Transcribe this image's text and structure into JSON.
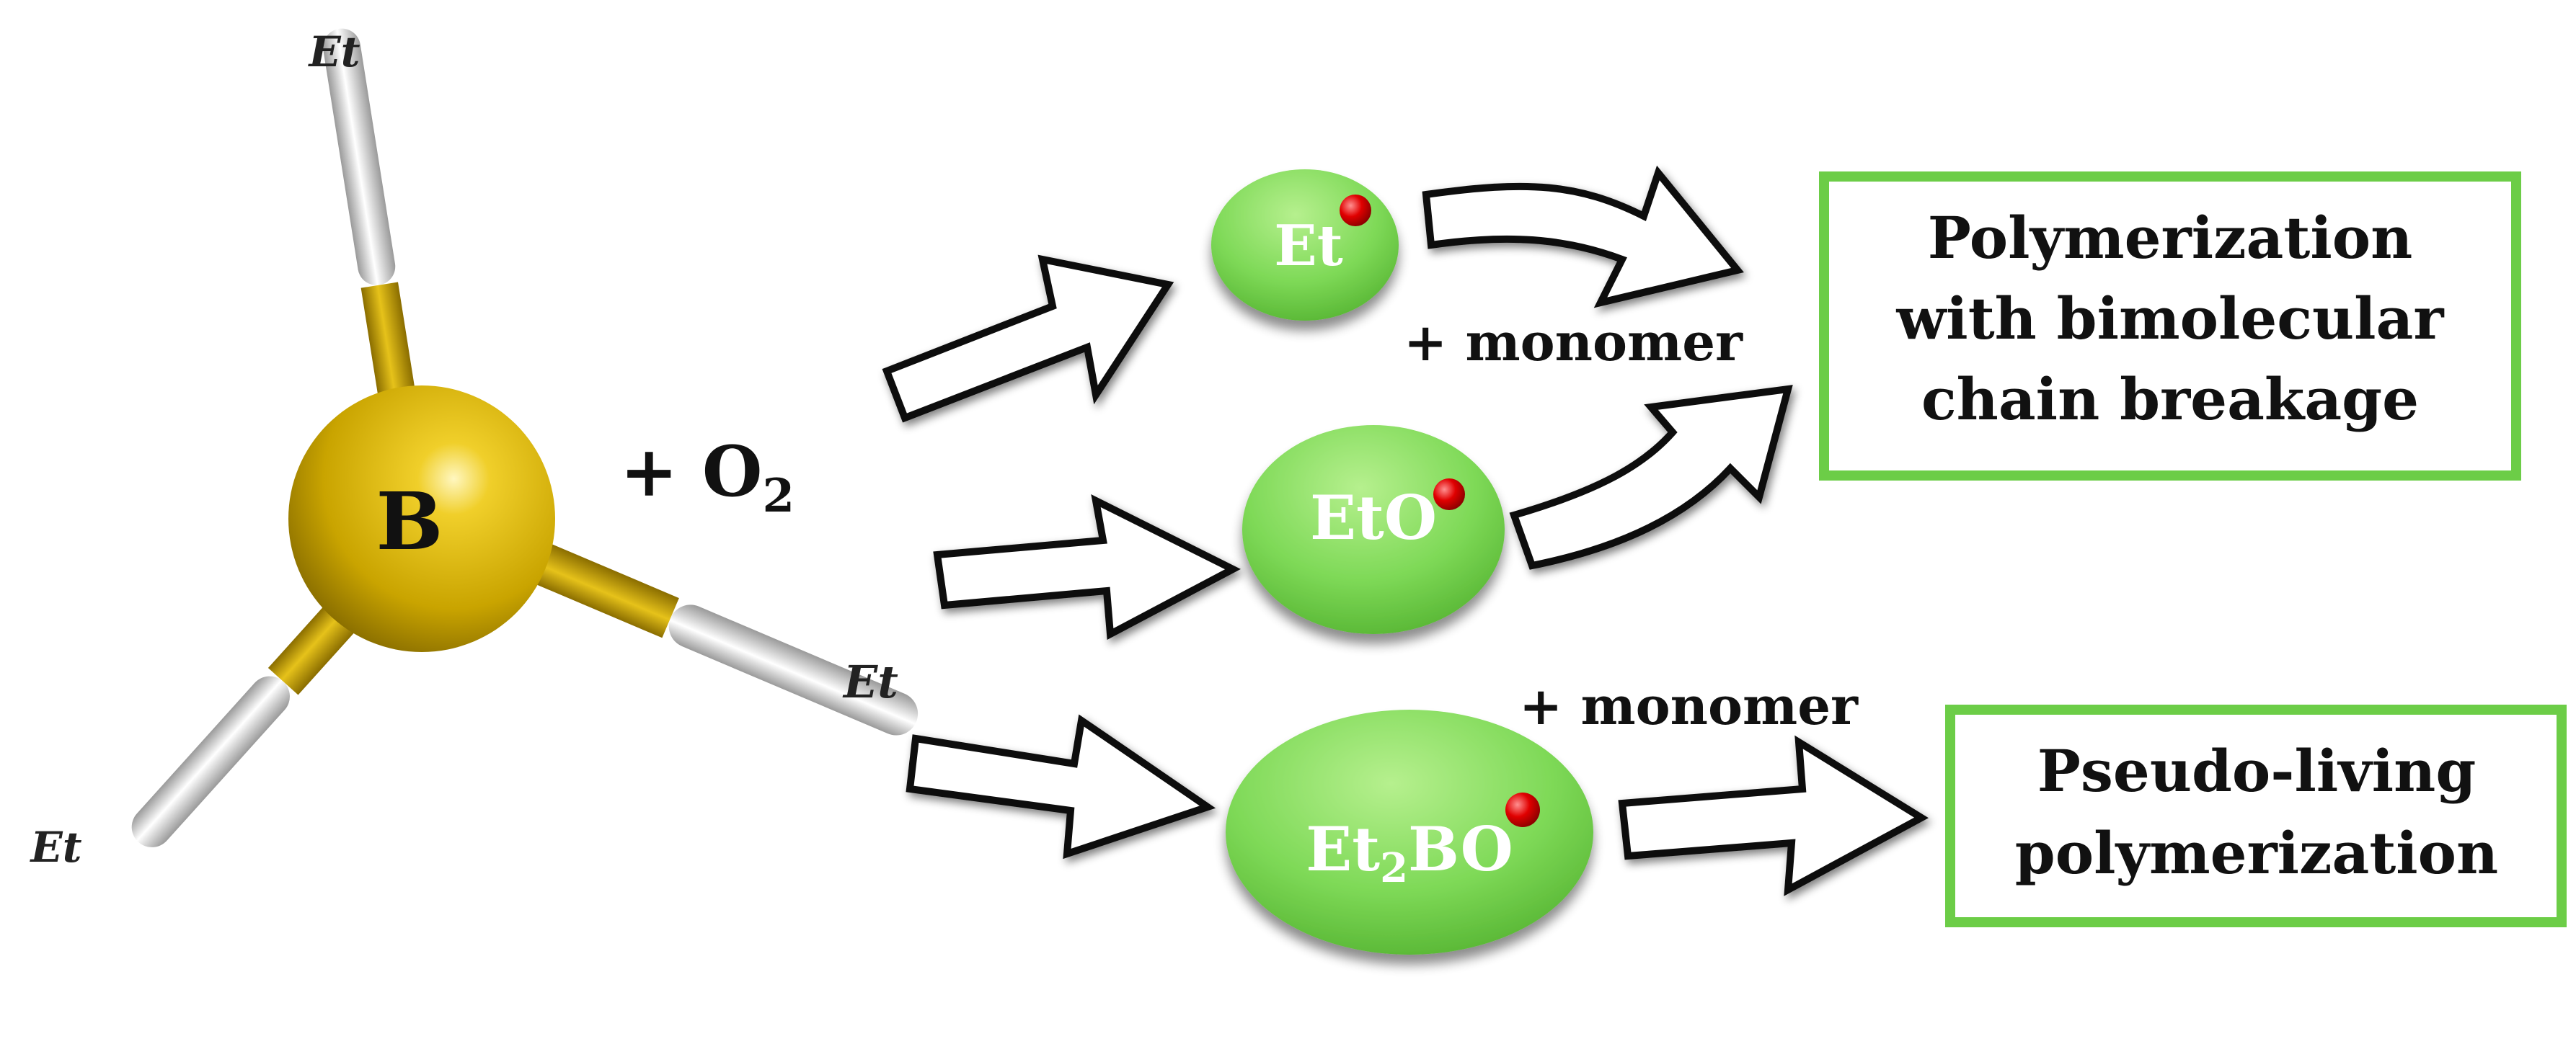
{
  "molecule": {
    "center": "B",
    "ligands": [
      "Et",
      "Et",
      "Et"
    ]
  },
  "reagent": {
    "prefix": "+ O",
    "subscript": "2"
  },
  "radicals": [
    {
      "main": "Et",
      "sub": "",
      "tail": ""
    },
    {
      "main": "EtO",
      "sub": "",
      "tail": ""
    },
    {
      "main": "Et",
      "sub": "2",
      "tail": "BO"
    }
  ],
  "monomer_labels": [
    "+ monomer",
    "+ monomer"
  ],
  "outcomes": [
    {
      "lines": [
        "Polymerization",
        "with bimolecular",
        "chain breakage"
      ]
    },
    {
      "lines": [
        "Pseudo-living",
        "polymerization"
      ]
    }
  ],
  "colors": {
    "boron": "#c9a400",
    "bond_gold": "#c9a000",
    "bond_white": "#e6e6e6",
    "radical_green": "#7ed957",
    "radical_dot": "#e00000",
    "box_border": "#6ccd47"
  }
}
